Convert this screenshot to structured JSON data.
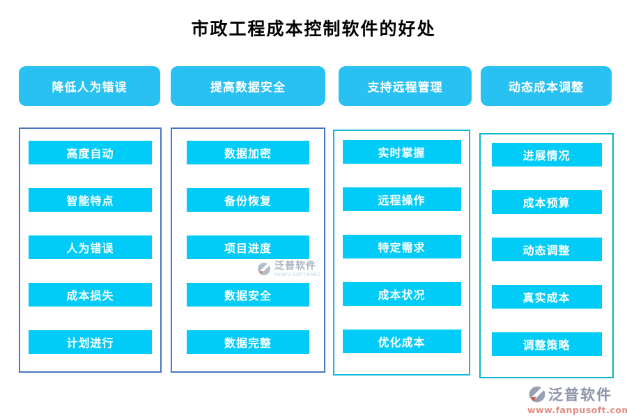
{
  "title": "市政工程成本控制软件的好处",
  "colors": {
    "header_bg": "#29c1f2",
    "item_bg": "#00ccf7",
    "border_blue": "#4976c8",
    "border_cyan": "#0fbcd8",
    "border_teal": "#00b9c9",
    "title_color": "#000000",
    "watermark_gray": "#a9b3c3",
    "watermark_sub": "#b7d3e6",
    "logo_text": "#8d93a8",
    "logo_url_color": "#dd8d82"
  },
  "columns": [
    {
      "header": "降低人为错误",
      "items": [
        "高度自动",
        "智能特点",
        "人为错误",
        "成本损失",
        "计划进行"
      ]
    },
    {
      "header": "提高数据安全",
      "items": [
        "数据加密",
        "备份恢复",
        "项目进度",
        "数据安全",
        "数据完整"
      ]
    },
    {
      "header": "支持远程管理",
      "items": [
        "实时掌握",
        "远程操作",
        "特定需求",
        "成本状况",
        "优化成本"
      ]
    },
    {
      "header": "动态成本调整",
      "items": [
        "进展情况",
        "成本预算",
        "动态调整",
        "真实成本",
        "调整策略"
      ]
    }
  ],
  "watermark": {
    "name": "泛普软件",
    "sub": "FANPU SOFTWARE"
  },
  "footer_logo": {
    "name": "泛普软件",
    "url": "www.fanpusoft.com"
  }
}
